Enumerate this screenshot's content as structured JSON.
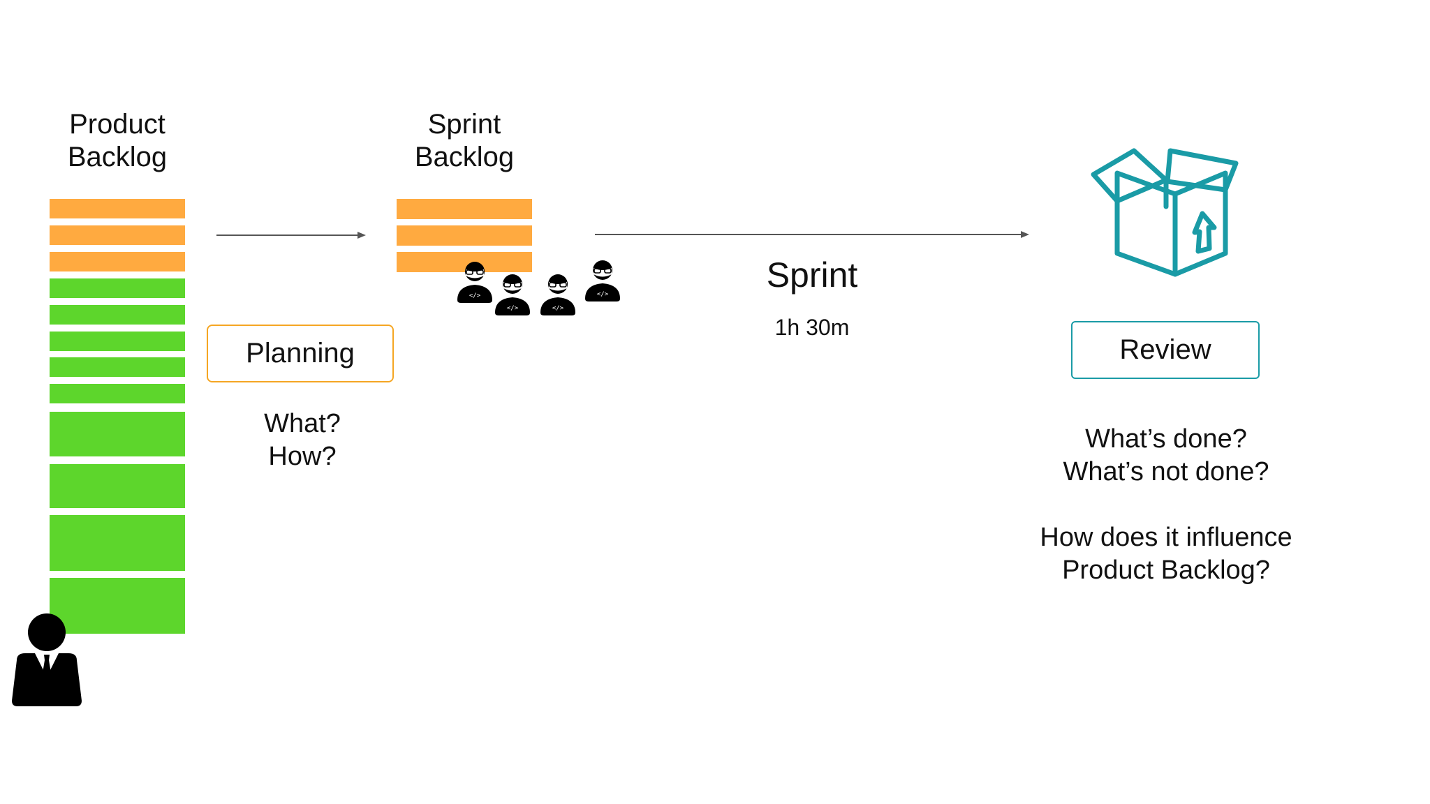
{
  "product_backlog": {
    "title_line1": "Product",
    "title_line2": "Backlog",
    "colors": {
      "orange": "#ffaa40",
      "green": "#5dd62c"
    },
    "items": [
      {
        "color": "orange"
      },
      {
        "color": "orange"
      },
      {
        "color": "orange"
      },
      {
        "color": "green"
      },
      {
        "color": "green"
      },
      {
        "color": "green"
      },
      {
        "color": "green"
      },
      {
        "color": "green"
      },
      {
        "color": "green"
      },
      {
        "color": "green"
      },
      {
        "color": "green"
      },
      {
        "color": "green"
      }
    ],
    "owner_icon": "product-owner-icon"
  },
  "planning": {
    "label": "Planning",
    "border_color": "#f5a623",
    "question1": "What?",
    "question2": "How?"
  },
  "sprint_backlog": {
    "title_line1": "Sprint",
    "title_line2": "Backlog",
    "items": [
      {
        "color": "orange"
      },
      {
        "color": "orange"
      },
      {
        "color": "orange"
      }
    ],
    "team_icon": "developer-icon",
    "team_size": 4
  },
  "sprint": {
    "label": "Sprint",
    "duration": "1h 30m"
  },
  "review": {
    "label": "Review",
    "border_color": "#1a9ba6",
    "box_icon": "open-box-icon",
    "question1": "What’s done?",
    "question2": "What’s not done?",
    "question3_line1": "How does it influence",
    "question3_line2": "Product Backlog?"
  }
}
